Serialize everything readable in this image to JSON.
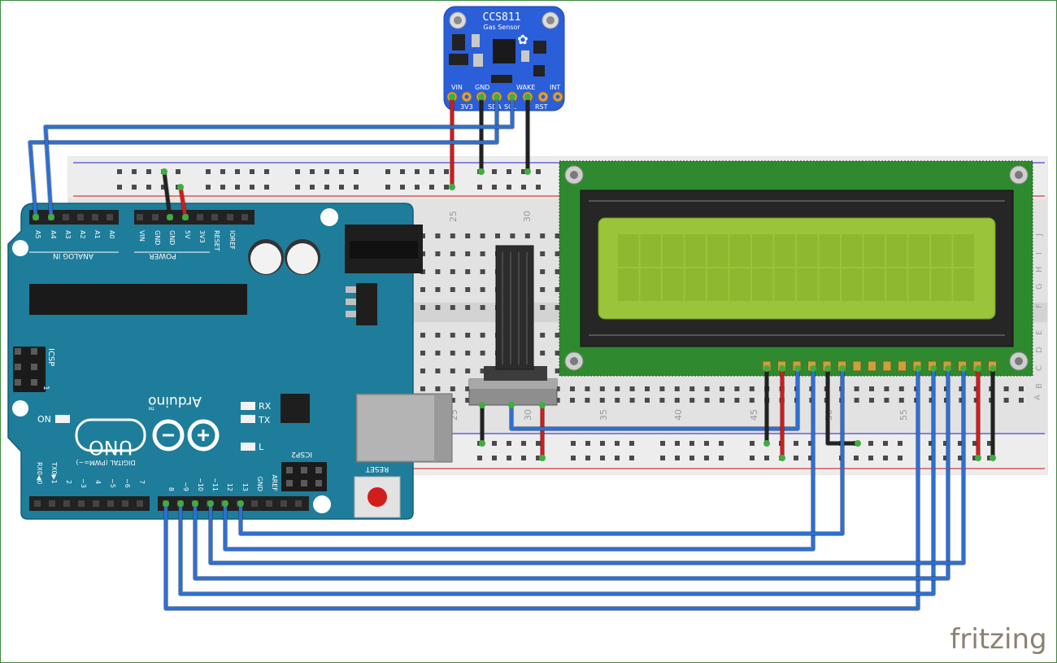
{
  "sensor": {
    "title": "CCS811",
    "subtitle": "Gas Sensor",
    "pins_top": [
      "VIN",
      "GND",
      "WAKE",
      "INT"
    ],
    "pins_bottom": [
      "3V3",
      "SDA",
      "SCL",
      "RST"
    ]
  },
  "arduino": {
    "logo_text": "Arduino",
    "tm": "TM",
    "uno": "UNO",
    "analog_label": "ANALOG IN",
    "analog_pins": [
      "A5",
      "A4",
      "A3",
      "A2",
      "A1",
      "A0"
    ],
    "power_label": "POWER",
    "power_pins": [
      "VIN",
      "GND",
      "GND",
      "5V",
      "3V3",
      "RESET",
      "IOREF"
    ],
    "digital_label": "DIGITAL (PWM=~)",
    "digital_pins": [
      "8",
      "~9",
      "~10",
      "~11",
      "12",
      "13",
      "GND",
      "AREF"
    ],
    "digital_low_pins": [
      "RX0◀0",
      "TX0▶1",
      "2",
      "~3",
      "4",
      "~5",
      "~6",
      "7"
    ],
    "icsp": "ICSP",
    "icsp2": "ICSP2",
    "icsp_one": "1",
    "rx": "RX",
    "tx": "TX",
    "l": "L",
    "on": "ON",
    "reset": "RESET"
  },
  "breadboard": {
    "col_numbers": [
      "25",
      "30",
      "35",
      "40",
      "45",
      "50",
      "55"
    ],
    "top_numbers": [
      "25",
      "30"
    ],
    "row_letters": [
      "J",
      "I",
      "H",
      "G",
      "F",
      "E",
      "D",
      "C",
      "B",
      "A"
    ]
  },
  "watermark": "fritzing",
  "colors": {
    "wire_blue": "#2f6fd0",
    "wire_red": "#d01c1c",
    "wire_black": "#222222",
    "arduino_teal": "#1e7d9a",
    "sensor_blue": "#2b5fd9",
    "lcd_green": "#9ac53a",
    "pcb_green": "#2e8a2e"
  }
}
